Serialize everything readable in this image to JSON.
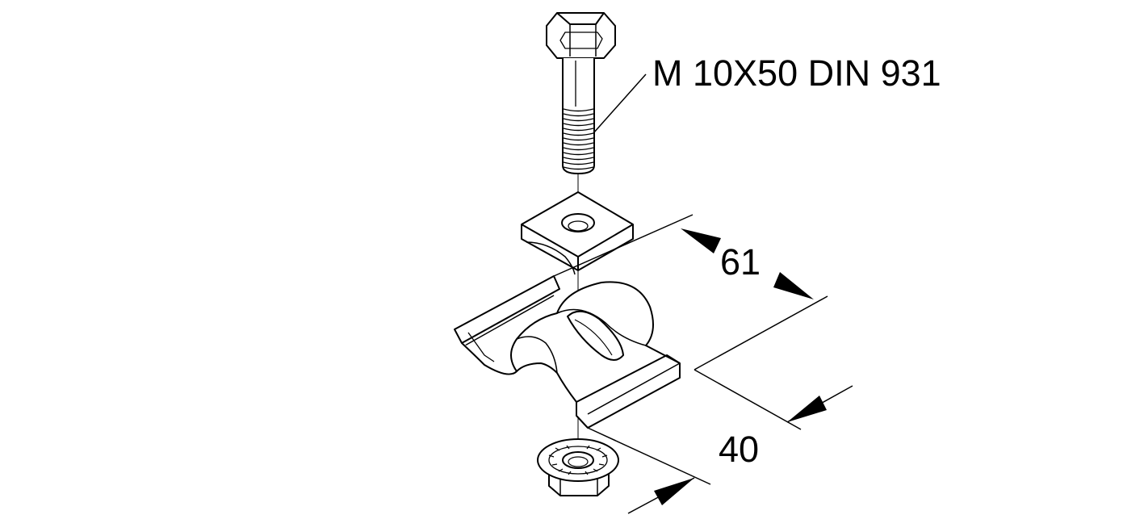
{
  "drawing": {
    "bolt_label": "M 10X50 DIN 931",
    "dim_width": "61",
    "dim_depth": "40"
  },
  "colors": {
    "line": "#000000",
    "background": "#ffffff"
  }
}
